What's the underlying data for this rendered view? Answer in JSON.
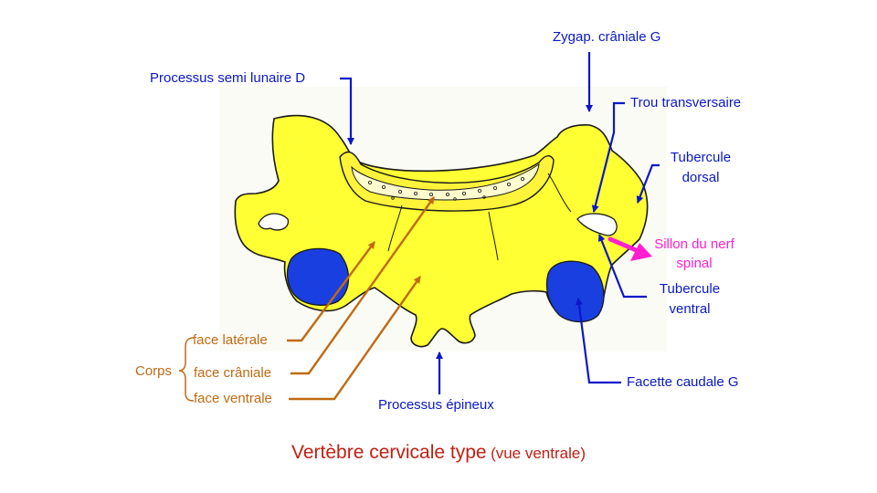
{
  "labels": {
    "processus_semi_lunaire": "Processus semi lunaire D",
    "zygap_craniale": "Zygap. crâniale G",
    "trou_transversaire": "Trou transversaire",
    "tubercule_dorsal_1": "Tubercule",
    "tubercule_dorsal_2": "dorsal",
    "sillon_1": "Sillon du nerf",
    "sillon_2": "spinal",
    "tubercule_ventral_1": "Tubercule",
    "tubercule_ventral_2": "ventral",
    "facette_caudale": "Facette caudale G",
    "processus_epineux": "Processus épineux",
    "corps": "Corps",
    "face_laterale": "face latérale",
    "face_craniale": "face crâniale",
    "face_ventrale": "face ventrale"
  },
  "caption": {
    "main": "Vertèbre cervicale type",
    "sub": "(vue ventrale)"
  },
  "colors": {
    "bone_yellow": "#ffff33",
    "facet_blue": "#1a3fe0",
    "label_blue": "#0a17c8",
    "label_orange": "#c06a12",
    "label_magenta": "#ff1fd0",
    "caption_red": "#c21f12"
  }
}
